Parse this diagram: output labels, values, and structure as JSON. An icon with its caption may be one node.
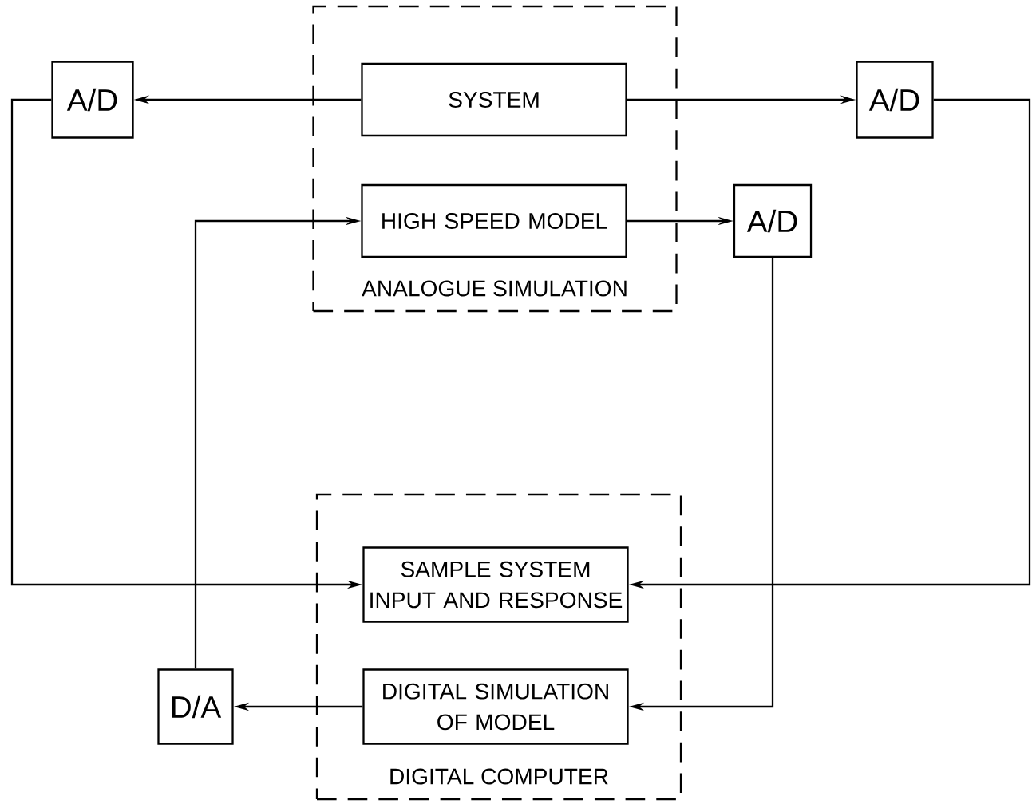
{
  "diagram": {
    "nodes": [
      {
        "text": [
          "ANALOGUE SIMULATION"
        ]
      },
      {
        "text": [
          "SYSTEM"
        ],
        "in": 0
      },
      {
        "text": [
          "HIGH SPEED MODEL"
        ],
        "in": 0
      },
      {
        "text": [
          "A/D"
        ]
      },
      {
        "text": [
          "A/D"
        ]
      },
      {
        "text": [
          "A/D"
        ]
      },
      {
        "text": [
          "DIGITAL COMPUTER"
        ]
      },
      {
        "text": [
          "SAMPLE SYSTEM INPUT AND RESPONSE"
        ],
        "in": 6
      },
      {
        "text": [
          "DIGITAL SIMULATION OF MODEL"
        ],
        "in": 6
      },
      {
        "text": [
          "D/A"
        ]
      }
    ],
    "edges": [
      {
        "from": 1,
        "to": 3,
        "arrow": "to"
      },
      {
        "from": 1,
        "to": 4,
        "arrow": "to"
      },
      {
        "from": 3,
        "to": 7,
        "arrow": "to"
      },
      {
        "from": 4,
        "to": 7,
        "arrow": "to"
      },
      {
        "from": 2,
        "to": 5,
        "arrow": "to"
      },
      {
        "from": 5,
        "to": 8,
        "arrow": "to"
      },
      {
        "from": 8,
        "to": 9,
        "arrow": "to"
      },
      {
        "from": 9,
        "to": 2,
        "arrow": "to"
      }
    ]
  }
}
